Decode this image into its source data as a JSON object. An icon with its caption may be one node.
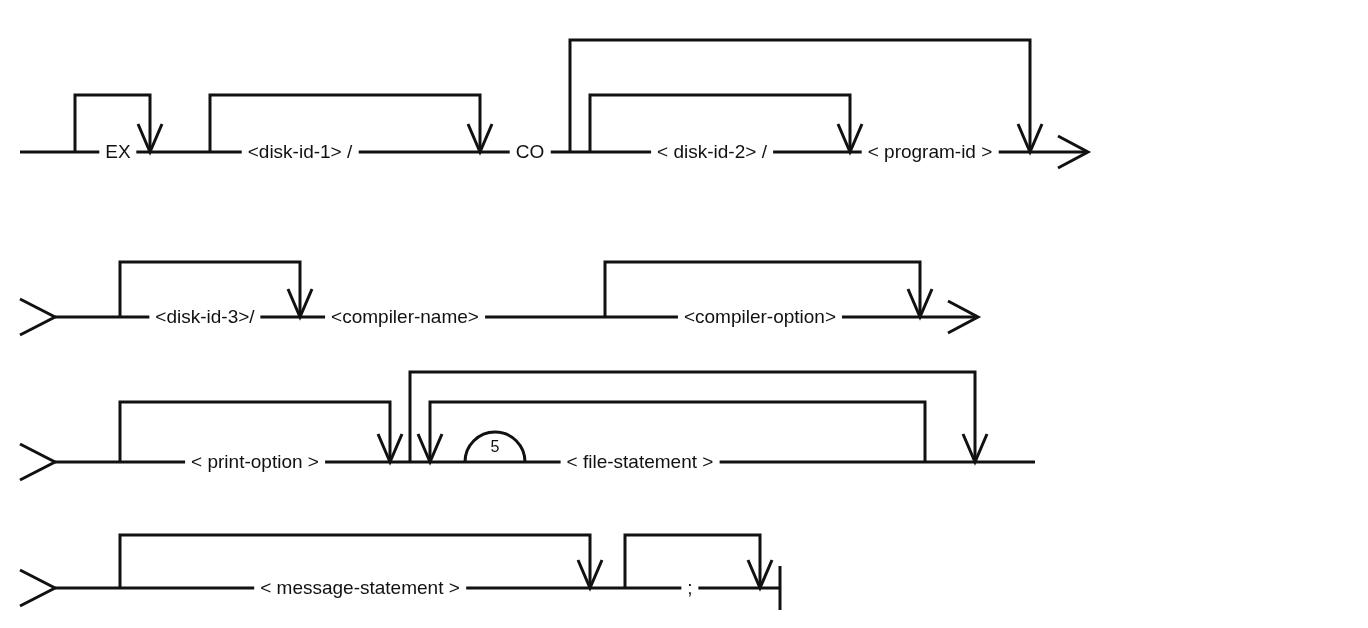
{
  "diagram": {
    "labels": [
      "EX",
      "<disk-id-1> /",
      "CO",
      "< disk-id-2> /",
      "< program-id >",
      "<disk-id-3>/",
      "<compiler-name>",
      "<compiler-option>",
      "< print-option >",
      "5",
      "< file-statement >",
      "< message-statement >",
      ";"
    ]
  }
}
